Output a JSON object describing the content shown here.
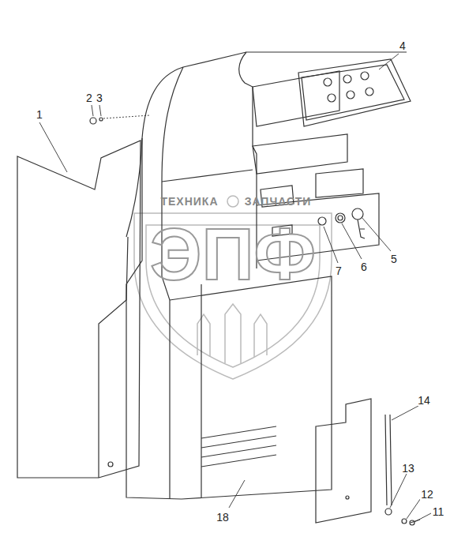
{
  "diagram": {
    "labels": [
      "2",
      "3",
      "4",
      "1",
      "5",
      "6",
      "7",
      "14",
      "13",
      "12",
      "11",
      "18",
      "ТЕХНИКА",
      "ЗАПЧАСТИ",
      "ЭПФ"
    ]
  }
}
